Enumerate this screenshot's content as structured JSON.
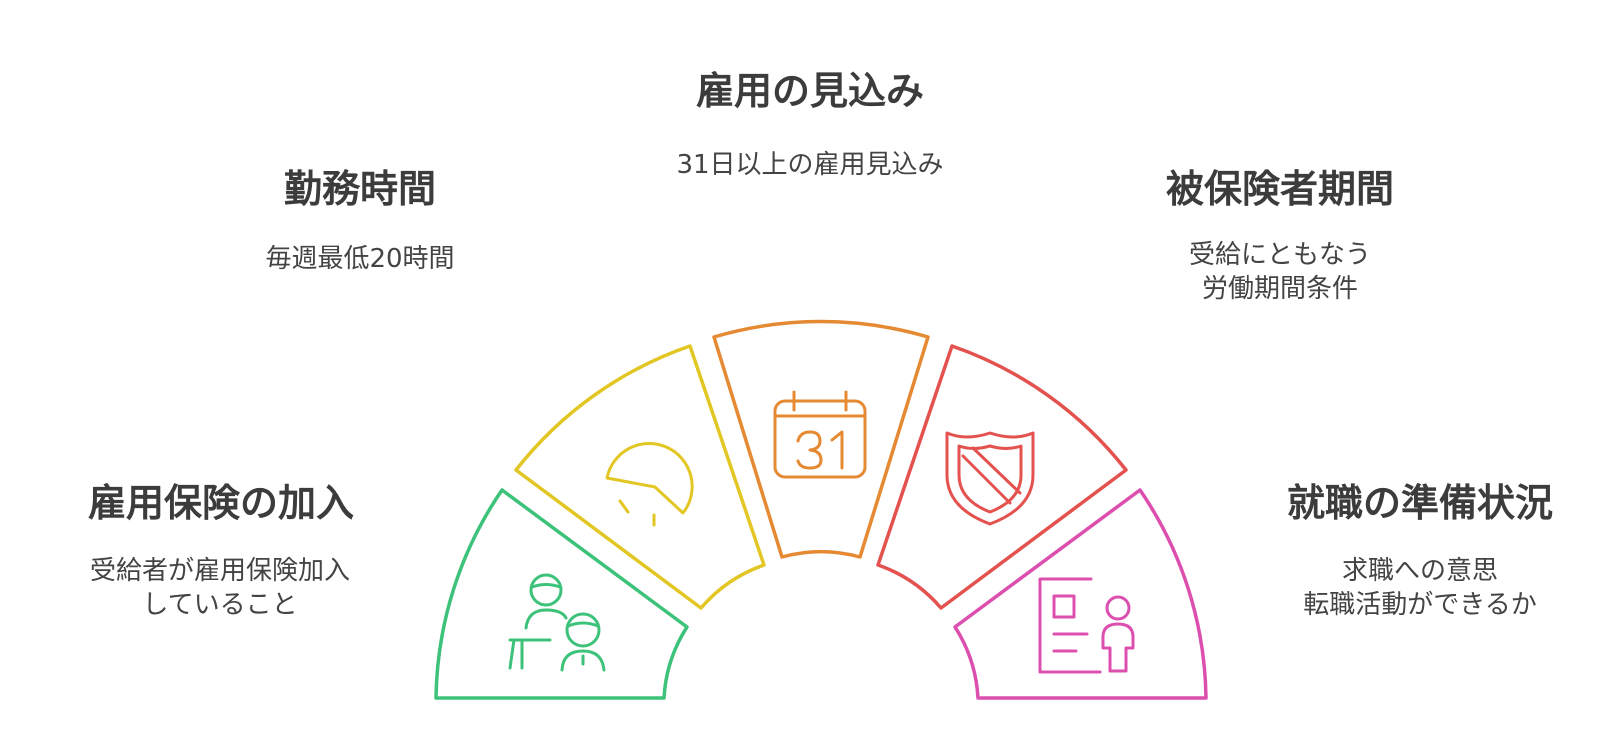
{
  "colors": {
    "enrollment": "#3dc27a",
    "work_hours": "#e2c623",
    "employment_outlook": "#e58a32",
    "insured_period": "#e4524f",
    "job_readiness": "#dc4fae",
    "text": "#3f3f3f"
  },
  "segments": [
    {
      "id": "enrollment",
      "title": "雇用保険の加入",
      "desc_lines": [
        "受給者が雇用保険加入",
        "していること"
      ],
      "icon": "people-at-desk-icon"
    },
    {
      "id": "work_hours",
      "title": "勤務時間",
      "desc_lines": [
        "毎週最低20時間"
      ],
      "icon": "clock-pie-icon"
    },
    {
      "id": "employment_outlook",
      "title": "雇用の見込み",
      "desc_lines": [
        "31日以上の雇用見込み"
      ],
      "icon": "calendar-31-icon",
      "icon_text": "31"
    },
    {
      "id": "insured_period",
      "title": "被保険者期間",
      "desc_lines": [
        "受給にともなう",
        "労働期間条件"
      ],
      "icon": "shield-icon"
    },
    {
      "id": "job_readiness",
      "title": "就職の準備状況",
      "desc_lines": [
        "求職への意思",
        "転職活動ができるか"
      ],
      "icon": "resume-person-icon"
    }
  ]
}
